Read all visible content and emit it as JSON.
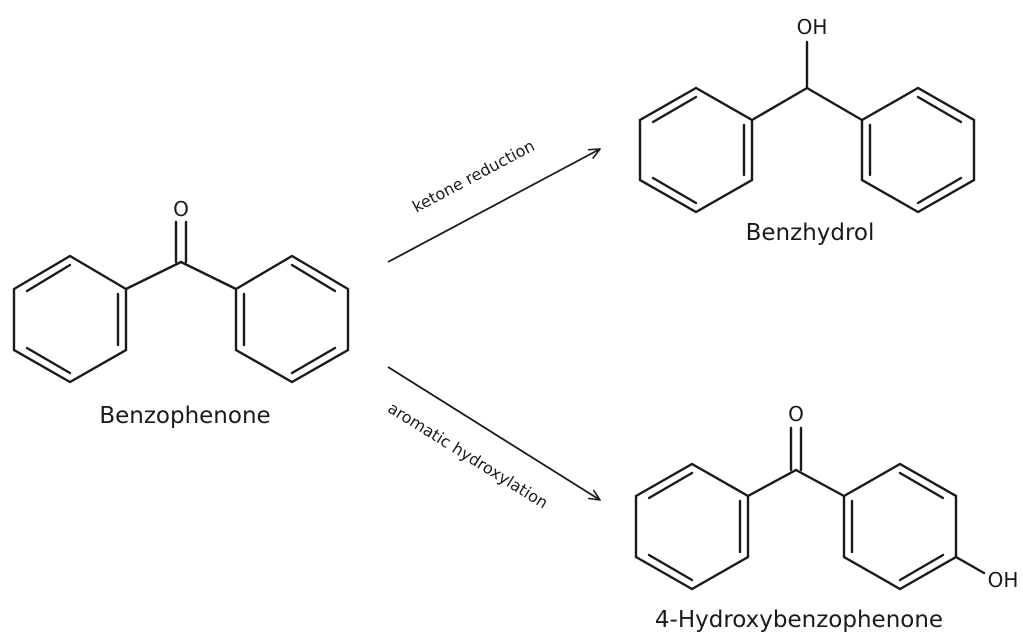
{
  "molecules": {
    "reactant": {
      "name": "Benzophenone",
      "atom_o": "O"
    },
    "product_top": {
      "name": "Benzhydrol",
      "atom_oh": "OH"
    },
    "product_bottom": {
      "name": "4-Hydroxybenzophenone",
      "atom_o": "O",
      "atom_oh": "OH"
    }
  },
  "reactions": {
    "top": {
      "label": "ketone reduction"
    },
    "bottom": {
      "label": "aromatic hydroxylation"
    }
  }
}
